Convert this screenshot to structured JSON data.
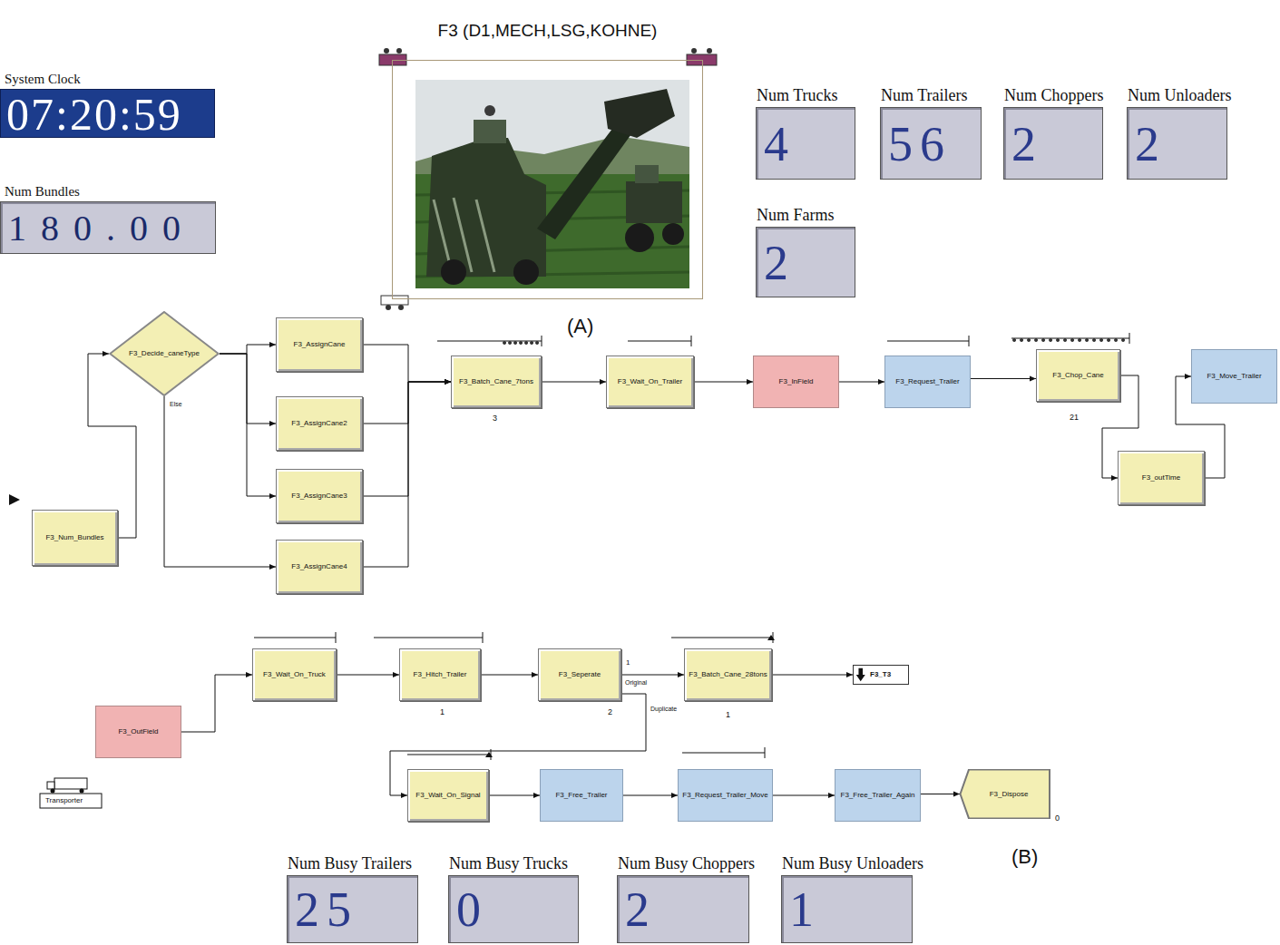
{
  "diagram": {
    "nodes": [
      {
        "text": [
          "System Clock",
          "07:20:59"
        ]
      },
      {
        "text": [
          "F3 (D1,MECH,LSG,KOHNE)"
        ]
      },
      {
        "text": [
          "Num Trucks",
          "4"
        ]
      },
      {
        "text": [
          "Num Trailers",
          "56"
        ]
      },
      {
        "text": [
          "Num Choppers",
          "2"
        ]
      },
      {
        "text": [
          "Num Unloaders",
          "2"
        ]
      },
      {
        "text": [
          "Num Bundles",
          "180.00"
        ]
      },
      {
        "text": [
          "Num Farms",
          "2"
        ]
      },
      {
        "text": [
          "F3_Decide_caneType"
        ]
      },
      {
        "text": [
          "F3_AssignCane"
        ]
      },
      {
        "text": [
          "F3_Batch_Cane_7tons"
        ]
      },
      {
        "text": [
          "F3_Wait_On_Trailer"
        ]
      },
      {
        "text": [
          "F3_InField"
        ]
      },
      {
        "text": [
          "F3_Request_Trailer"
        ]
      },
      {
        "text": [
          "F3_Chop_Cane"
        ]
      },
      {
        "text": [
          "F3_Move_Trailer"
        ]
      },
      {
        "text": [
          "F3_AssignCane2"
        ]
      },
      {
        "text": [
          "F3_outTime"
        ]
      },
      {
        "text": [
          "F3_AssignCane3"
        ]
      },
      {
        "text": [
          "F3_Num_Bundles"
        ]
      },
      {
        "text": [
          "F3_AssignCane4"
        ]
      },
      {
        "text": [
          "F3_Wait_On_Truck"
        ]
      },
      {
        "text": [
          "F3_Hitch_Trailer"
        ]
      },
      {
        "text": [
          "F3_Seperate"
        ]
      },
      {
        "text": [
          "F3_Batch_Cane_28tons"
        ]
      },
      {
        "text": [
          "F3_T3"
        ]
      },
      {
        "text": [
          "F3_OutField"
        ]
      },
      {
        "text": [
          "F3_Wait_On_Signal"
        ]
      },
      {
        "text": [
          "F3_Free_Trailer"
        ]
      },
      {
        "text": [
          "F3_Request_Trailer_Move"
        ]
      },
      {
        "text": [
          "F3_Free_Trailer_Again"
        ]
      },
      {
        "text": [
          "F3_Dispose"
        ]
      },
      {
        "text": [
          "Num Busy Trailers",
          "25"
        ]
      },
      {
        "text": [
          "Num Busy Trucks",
          "0"
        ]
      },
      {
        "text": [
          "Num Busy Choppers",
          "2"
        ]
      },
      {
        "text": [
          "Num Busy Unloaders",
          "1"
        ]
      }
    ],
    "edges": [
      {
        "from": 19,
        "to": 8,
        "arrow": "to"
      },
      {
        "from": 8,
        "to": 9,
        "arrow": "to"
      },
      {
        "from": 8,
        "to": 16,
        "arrow": "to"
      },
      {
        "from": 8,
        "to": 18,
        "arrow": "to"
      },
      {
        "from": 8,
        "to": 20,
        "label": "Else",
        "arrow": "to"
      },
      {
        "from": 9,
        "to": 10,
        "arrow": "to"
      },
      {
        "from": 16,
        "to": 10,
        "arrow": "to"
      },
      {
        "from": 18,
        "to": 10,
        "arrow": "to"
      },
      {
        "from": 20,
        "to": 10,
        "arrow": "to"
      },
      {
        "from": 10,
        "to": 11,
        "arrow": "to"
      },
      {
        "from": 11,
        "to": 12,
        "arrow": "to"
      },
      {
        "from": 12,
        "to": 13,
        "arrow": "to"
      },
      {
        "from": 13,
        "to": 14,
        "arrow": "to"
      },
      {
        "from": 14,
        "to": 17,
        "arrow": "to"
      },
      {
        "from": 17,
        "to": 15,
        "arrow": "to"
      },
      {
        "from": 26,
        "to": 21,
        "arrow": "to"
      },
      {
        "from": 21,
        "to": 22,
        "arrow": "to"
      },
      {
        "from": 22,
        "to": 23,
        "arrow": "to"
      },
      {
        "from": 23,
        "to": 24,
        "label": "Original",
        "arrow": "to"
      },
      {
        "from": 23,
        "to": 27,
        "label": "Duplicate",
        "arrow": "to"
      },
      {
        "from": 24,
        "to": 25,
        "arrow": "to"
      },
      {
        "from": 27,
        "to": 28,
        "arrow": "to"
      },
      {
        "from": 28,
        "to": 29,
        "arrow": "to"
      },
      {
        "from": 29,
        "to": 30,
        "arrow": "to"
      },
      {
        "from": 30,
        "to": 31,
        "arrow": "to"
      }
    ],
    "labels": [
      "(A)",
      "3",
      "21",
      "Transporter",
      "1",
      "2",
      "1",
      "1",
      "0",
      "(B)"
    ]
  }
}
